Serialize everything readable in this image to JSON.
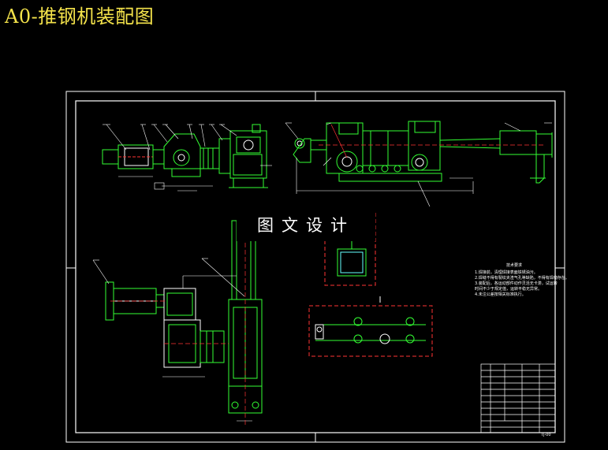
{
  "page": {
    "title": "A0-推钢机装配图"
  },
  "watermark": {
    "text": "图文设计"
  },
  "technical_requirements": {
    "heading": "技术要求",
    "lines": [
      "1.焊接前，清理焊接表面铁锈油污。",
      "2.焊缝不得有裂纹夹渣气孔等缺陷，不得有焊瘤存在。",
      "3.装配后，各运动部件动作灵活无卡滞，试运转",
      "时间不少于规定值，运转平稳无异常。",
      "4.未注公差按相关标准执行。"
    ]
  },
  "title_block": {
    "drawing_code": "TJ-00"
  },
  "colors": {
    "background": "#000000",
    "title": "#f3e24a",
    "frame": "#ffffff",
    "part_outline": "#33ff33",
    "dimension": "#ffffff",
    "center_line": "#ff3333",
    "detail_hatch": "#66ffff"
  }
}
